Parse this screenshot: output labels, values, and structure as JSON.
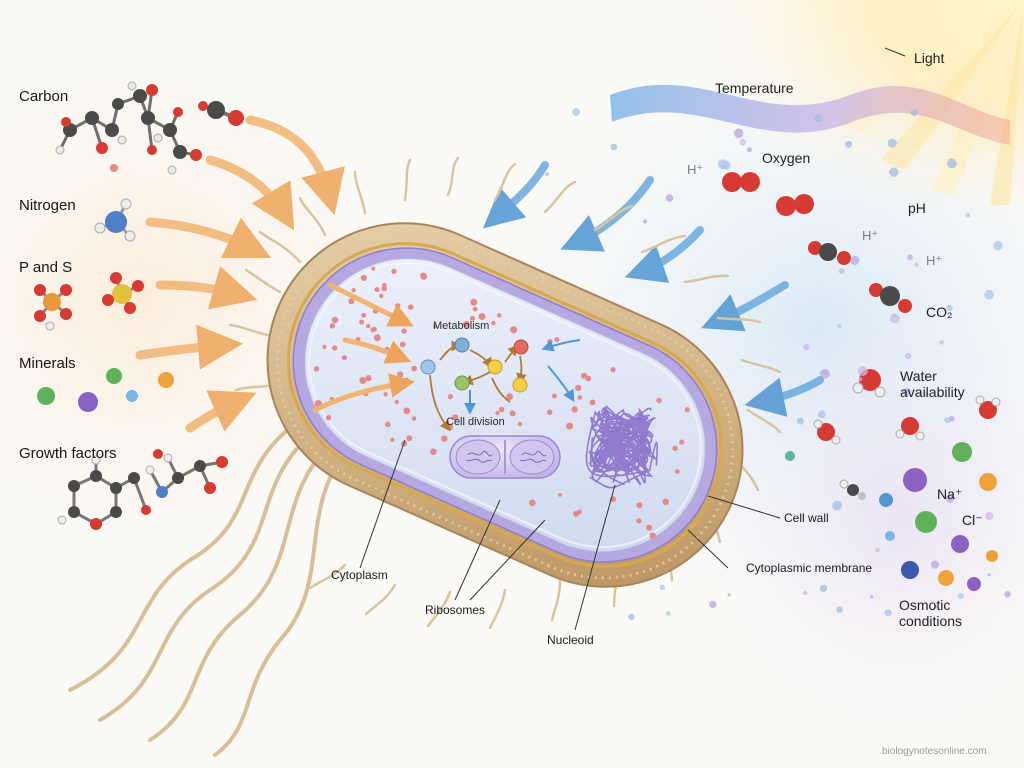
{
  "nutrients": {
    "carbon": "Carbon",
    "nitrogen": "Nitrogen",
    "p_and_s": "P and S",
    "minerals": "Minerals",
    "growth_factors": "Growth factors"
  },
  "environment": {
    "light": "Light",
    "temperature": "Temperature",
    "oxygen": "Oxygen",
    "ph": "pH",
    "h_plus": "H⁺",
    "co2": "CO₂",
    "water_line1": "Water",
    "water_line2": "availability",
    "na_plus": "Na⁺",
    "cl_minus": "Cl⁻",
    "osmotic_line1": "Osmotic",
    "osmotic_line2": "conditions"
  },
  "cell": {
    "metabolism": "Metabolism",
    "cell_division": "Cell division",
    "cytoplasm": "Cytoplasm",
    "ribosomes": "Ribosomes",
    "nucleoid": "Nucleoid",
    "cell_wall": "Cell wall",
    "cytoplasmic_membrane": "Cytoplasmic membrane"
  },
  "credit": "biologynotesonline.com",
  "colors": {
    "nutrient_arrow": "#f0b06a",
    "environment_arrow": "#5b9fd6",
    "cell_wall": "#d9bf95",
    "membrane": "#a99ad8",
    "cytoplasm": "#dfe6f5",
    "ribosome": "#e07a7a",
    "nucleoid": "#8c72c9",
    "oxygen_atom": "#d63a32",
    "carbon_atom": "#4a4a4a",
    "nitrogen_atom": "#4f7fc6",
    "phosphorus_atom": "#e89a3a",
    "sulfur_atom": "#e3c13f"
  }
}
